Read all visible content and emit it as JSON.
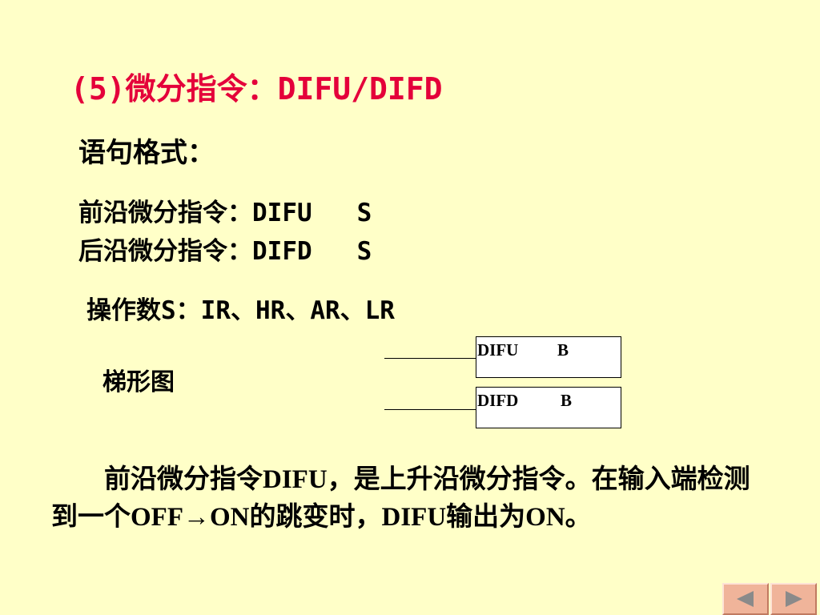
{
  "slide": {
    "title": "(5)微分指令：DIFU/DIFD",
    "subhead": "语句格式：",
    "lines": [
      "前沿微分指令：DIFU   S",
      "后沿微分指令：DIFD   S",
      "操作数S：IR、HR、AR、LR"
    ],
    "ladder_label": "梯形图",
    "ladder": [
      {
        "instr": "DIFU",
        "operand": "B"
      },
      {
        "instr": "DIFD",
        "operand": "B"
      }
    ],
    "paragraph": "前沿微分指令DIFU，是上升沿微分指令。在输入端检测到一个OFF→ON的跳变时，DIFU输出为ON。"
  },
  "nav": {
    "prev_icon": "triangle-left-icon",
    "next_icon": "triangle-right-icon"
  },
  "colors": {
    "background": "#ffffc8",
    "title": "#e4003a",
    "nav_button": "#f0b49a"
  }
}
